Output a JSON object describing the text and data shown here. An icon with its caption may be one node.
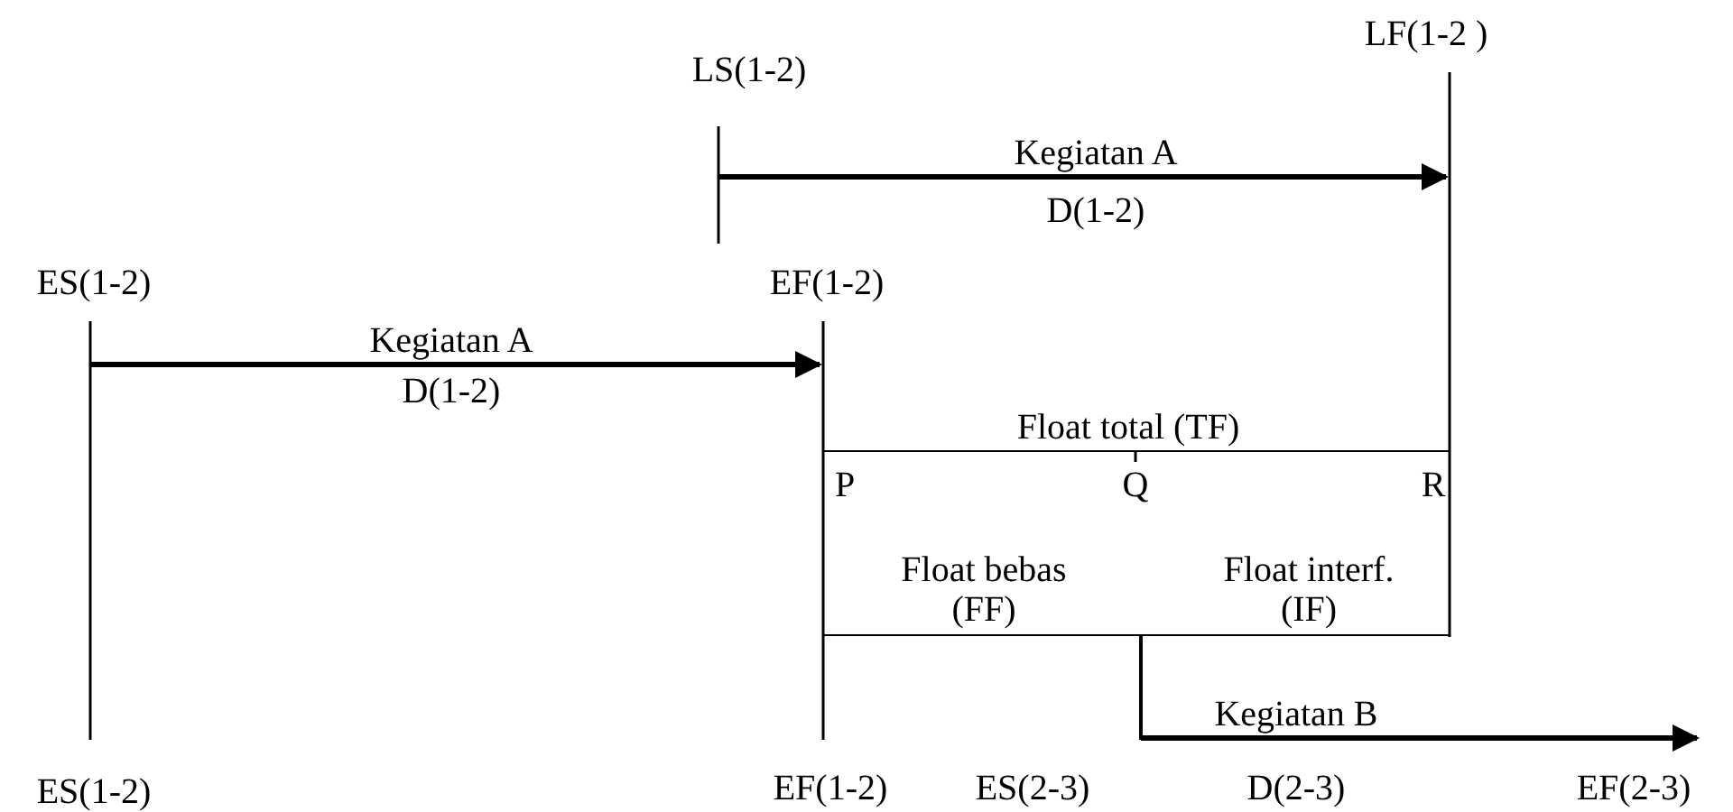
{
  "diagram": {
    "labels": [
      "LS(1-2)",
      "LF(1-2 )",
      "Kegiatan A",
      "D(1-2)",
      "ES(1-2)",
      "EF(1-2)",
      "Kegiatan A",
      "D(1-2)",
      "Float total (TF)",
      "P",
      "Q",
      "R",
      "Float bebas (FF)",
      "Float interf. (IF)",
      "Kegiatan B",
      "ES(1-2)",
      "EF(1-2)",
      "ES(2-3)",
      "D(2-3)",
      "EF(2-3)"
    ]
  }
}
